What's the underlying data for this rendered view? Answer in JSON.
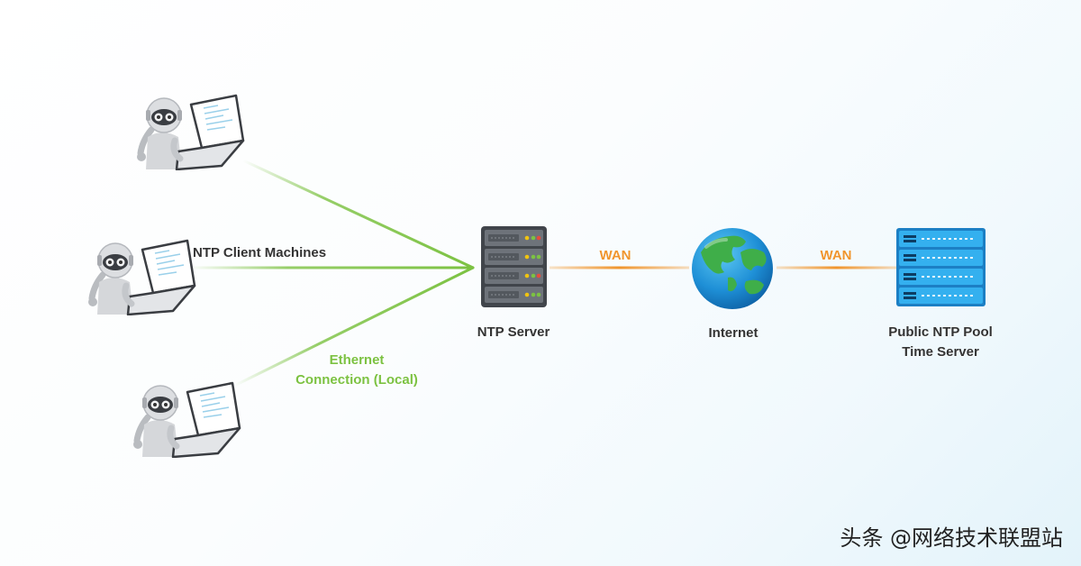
{
  "diagram": {
    "labels": {
      "clients": "NTP Client Machines",
      "ethernet_line1": "Ethernet",
      "ethernet_line2": "Connection (Local)",
      "ntp_server": "NTP Server",
      "wan_left": "WAN",
      "internet": "Internet",
      "wan_right": "WAN",
      "public_line1": "Public NTP Pool",
      "public_line2": "Time Server"
    },
    "colors": {
      "local_link": "#7cc242",
      "wan_link": "#f0952d",
      "public_server": "#2ba3e3",
      "ntp_server": "#5b5f66"
    },
    "icons": [
      "robot-laptop-icon",
      "server-rack-icon",
      "globe-icon",
      "public-server-icon"
    ]
  },
  "watermark": "头条 @网络技术联盟站"
}
